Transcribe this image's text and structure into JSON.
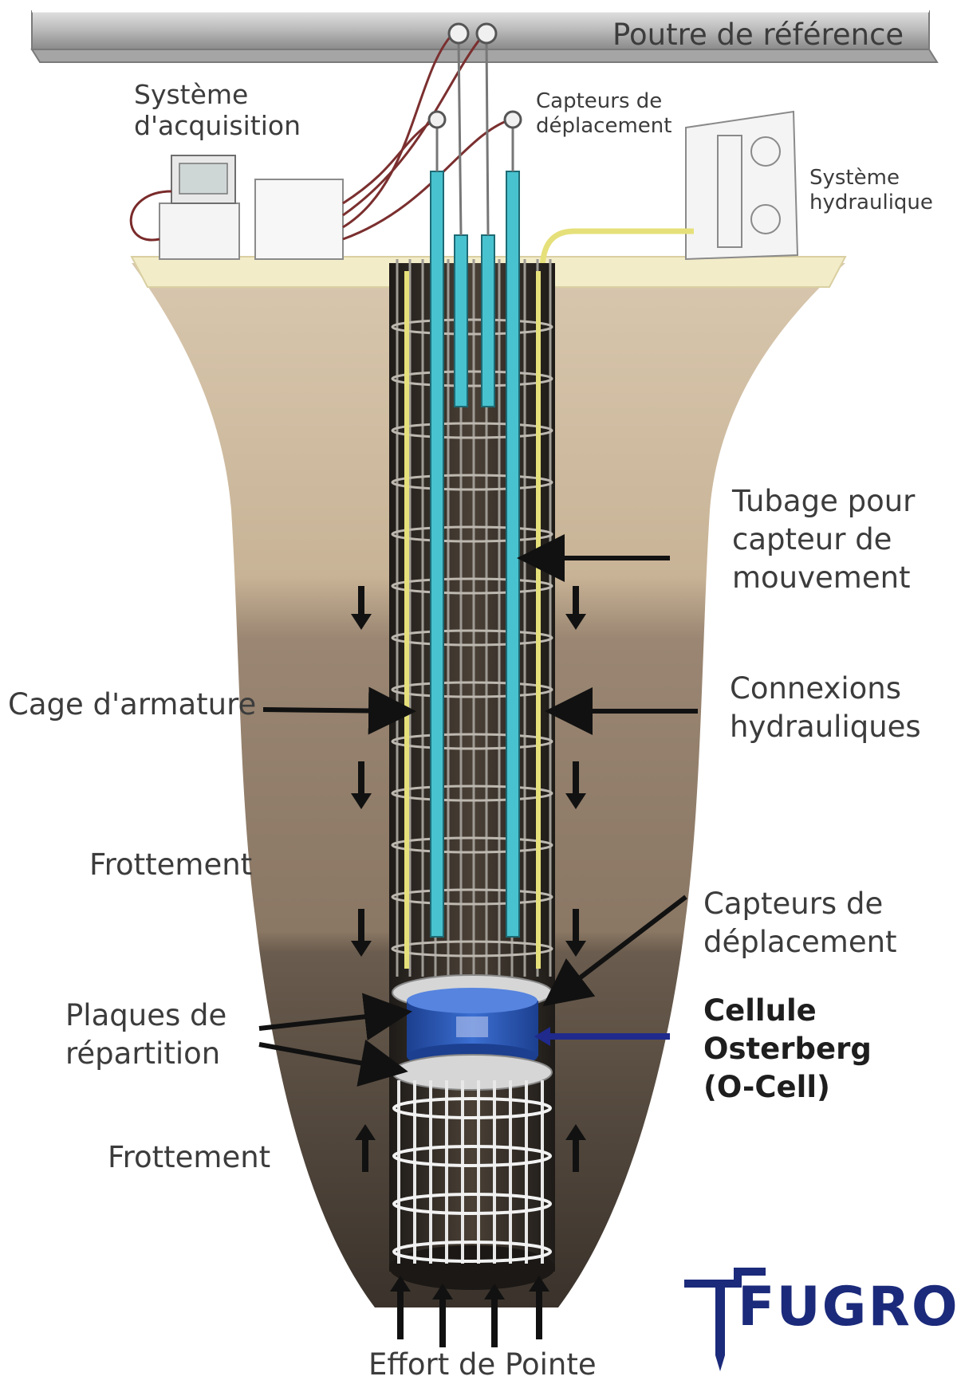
{
  "labels": {
    "reference_beam": "Poutre de référence",
    "acquisition_system": [
      "Système",
      "d'acquisition"
    ],
    "displacement_sensors_top": [
      "Capteurs de",
      "déplacement"
    ],
    "hydraulic_system": [
      "Système",
      "hydraulique"
    ],
    "sensor_casing": [
      "Tubage pour",
      "capteur de",
      "mouvement"
    ],
    "reinforcement_cage": "Cage d'armature",
    "hydraulic_connections": [
      "Connexions",
      "hydrauliques"
    ],
    "friction_upper": "Frottement",
    "displacement_sensors_bottom": [
      "Capteurs de",
      "déplacement"
    ],
    "distribution_plates": [
      "Plaques de",
      "répartition"
    ],
    "osterberg_cell": [
      "Cellule",
      "Osterberg",
      "(O-Cell)"
    ],
    "friction_lower": "Frottement",
    "tip_resistance": "Effort de Pointe"
  },
  "logo": {
    "text": "FUGRO",
    "color": "#1b2a7a"
  },
  "colors": {
    "sky": "#ffffff",
    "ground_surface": "#f3ecc8",
    "soil_top": "#cdb89c",
    "soil_mid": "#8d7a66",
    "soil_deep": "#5e5246",
    "beam": "#c9c9c9",
    "sensor_tube": "#49c2cf",
    "hydraulic_line": "#e6e07a",
    "ocell": "#2a55b8",
    "arrow": "#1a1a1a",
    "blue_arrow": "#1f2a8c"
  }
}
